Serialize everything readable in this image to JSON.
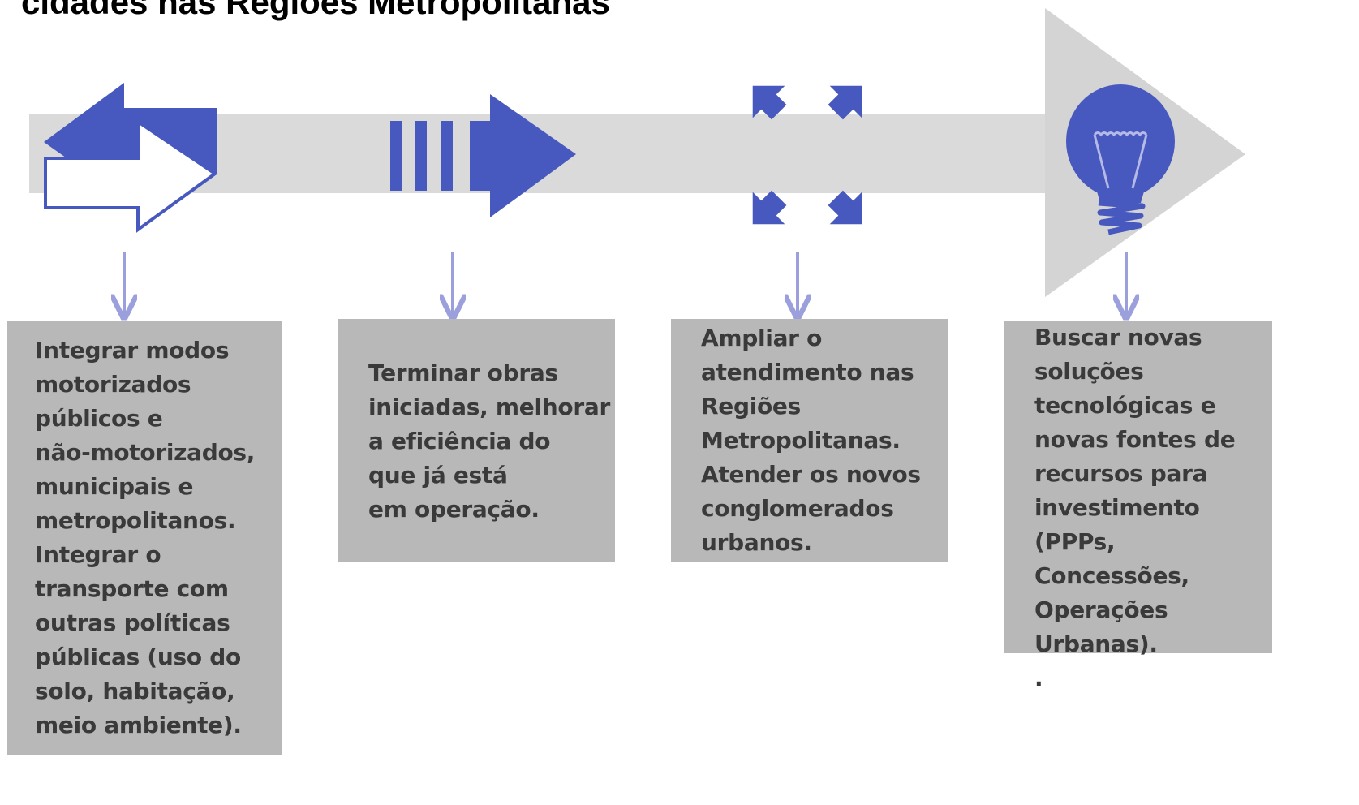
{
  "title": "cidades nas Regiões Metropolitanas",
  "colors": {
    "accent": "#4759be",
    "band": "#dadada",
    "arrowhead": "#d4d4d4",
    "connector": "#9b9fdc",
    "box": "#b8b8b8",
    "text": "#3a3a3a"
  },
  "steps": [
    {
      "icon": "bidirectional-arrows-icon",
      "text": "Integrar modos\nmotorizados\npúblicos e\nnão-motorizados,\nmunicipais e\nmetropolitanos.\nIntegrar o\ntransporte com\noutras políticas\npúblicas (uso do\nsolo, habitação,\nmeio ambiente)."
    },
    {
      "icon": "fast-forward-arrow-icon",
      "text": "Terminar obras\niniciadas, melhorar\na eficiência do\nque já está\nem operação."
    },
    {
      "icon": "expand-arrows-icon",
      "text": "Ampliar o\natendimento nas\nRegiões\nMetropolitanas.\nAtender os novos\nconglomerados\nurbanos."
    },
    {
      "icon": "lightbulb-icon",
      "text": "Buscar novas\nsoluções\ntecnológicas e\nnovas fontes de\nrecursos para\ninvestimento\n(PPPs, Concessões,\nOperações\nUrbanas).\n."
    }
  ]
}
